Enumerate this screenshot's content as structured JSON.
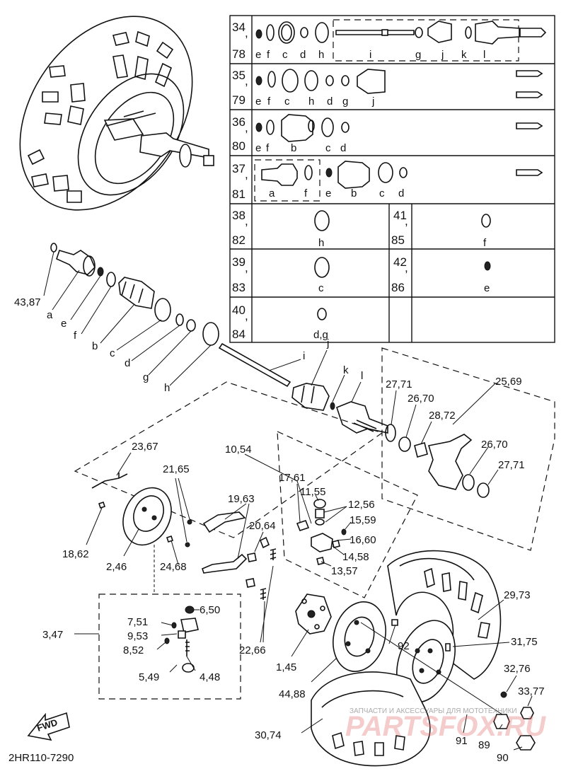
{
  "table": {
    "rows": [
      {
        "top": "34",
        "bottom": "78",
        "letters": [
          "e",
          "f",
          "c",
          "d",
          "h",
          "i",
          "g",
          "j",
          "k",
          "l"
        ]
      },
      {
        "top": "35",
        "bottom": "79",
        "letters": [
          "e",
          "f",
          "c",
          "h",
          "d",
          "g",
          "j"
        ]
      },
      {
        "top": "36",
        "bottom": "80",
        "letters": [
          "e",
          "f",
          "b",
          "c",
          "d"
        ]
      },
      {
        "top": "37",
        "bottom": "81",
        "letters": [
          "a",
          "f",
          "e",
          "b",
          "c",
          "d"
        ]
      },
      {
        "top": "38",
        "bottom": "82",
        "letter": "h",
        "top2": "41",
        "bottom2": "85",
        "letter2": "f"
      },
      {
        "top": "39",
        "bottom": "83",
        "letter": "c",
        "top2": "42",
        "bottom2": "86",
        "letter2": "e"
      },
      {
        "top": "40",
        "bottom": "84",
        "letter": "d,g"
      }
    ],
    "comma": ","
  },
  "shaft_labels": {
    "l43": "43,87",
    "a": "a",
    "e": "e",
    "f": "f",
    "b": "b",
    "c": "c",
    "d": "d",
    "g": "g",
    "h": "h",
    "i": "i",
    "j": "j",
    "k": "k",
    "l": "l"
  },
  "callouts": {
    "c2569": "25,69",
    "c2771a": "27,71",
    "c2670a": "26,70",
    "c2872": "28,72",
    "c2670b": "26,70",
    "c2771b": "27,71",
    "c2367": "23,67",
    "c1054": "10,54",
    "c2165": "21,65",
    "c1761": "17,61",
    "c1155": "11,55",
    "c1256": "12,56",
    "c1963": "19,63",
    "c1559": "15,59",
    "c2064": "20,64",
    "c1660": "16,60",
    "c1458": "14,58",
    "c1862": "18,62",
    "c246": "2,46",
    "c2468": "24,68",
    "c1357": "13,57",
    "c2973": "29,73",
    "c751": "7,51",
    "c650": "6,50",
    "c953": "9,53",
    "c347": "3,47",
    "c852": "8,52",
    "c3175": "31,75",
    "c549": "5,49",
    "c448": "4,48",
    "c2266": "22,66",
    "c145": "1,45",
    "c92": "92",
    "c3276": "32,76",
    "c4488": "44,88",
    "c3377": "33,77",
    "c3074": "30,74",
    "c91": "91",
    "c89": "89",
    "c90": "90"
  },
  "fwd": "FWD",
  "code": "2HR110-7290",
  "watermark": {
    "brand": "PARTSFOX.RU",
    "tagline": "ЗАПЧАСТИ И АКСЕССУАРЫ ДЛЯ МОТОТЕХНИКИ"
  }
}
